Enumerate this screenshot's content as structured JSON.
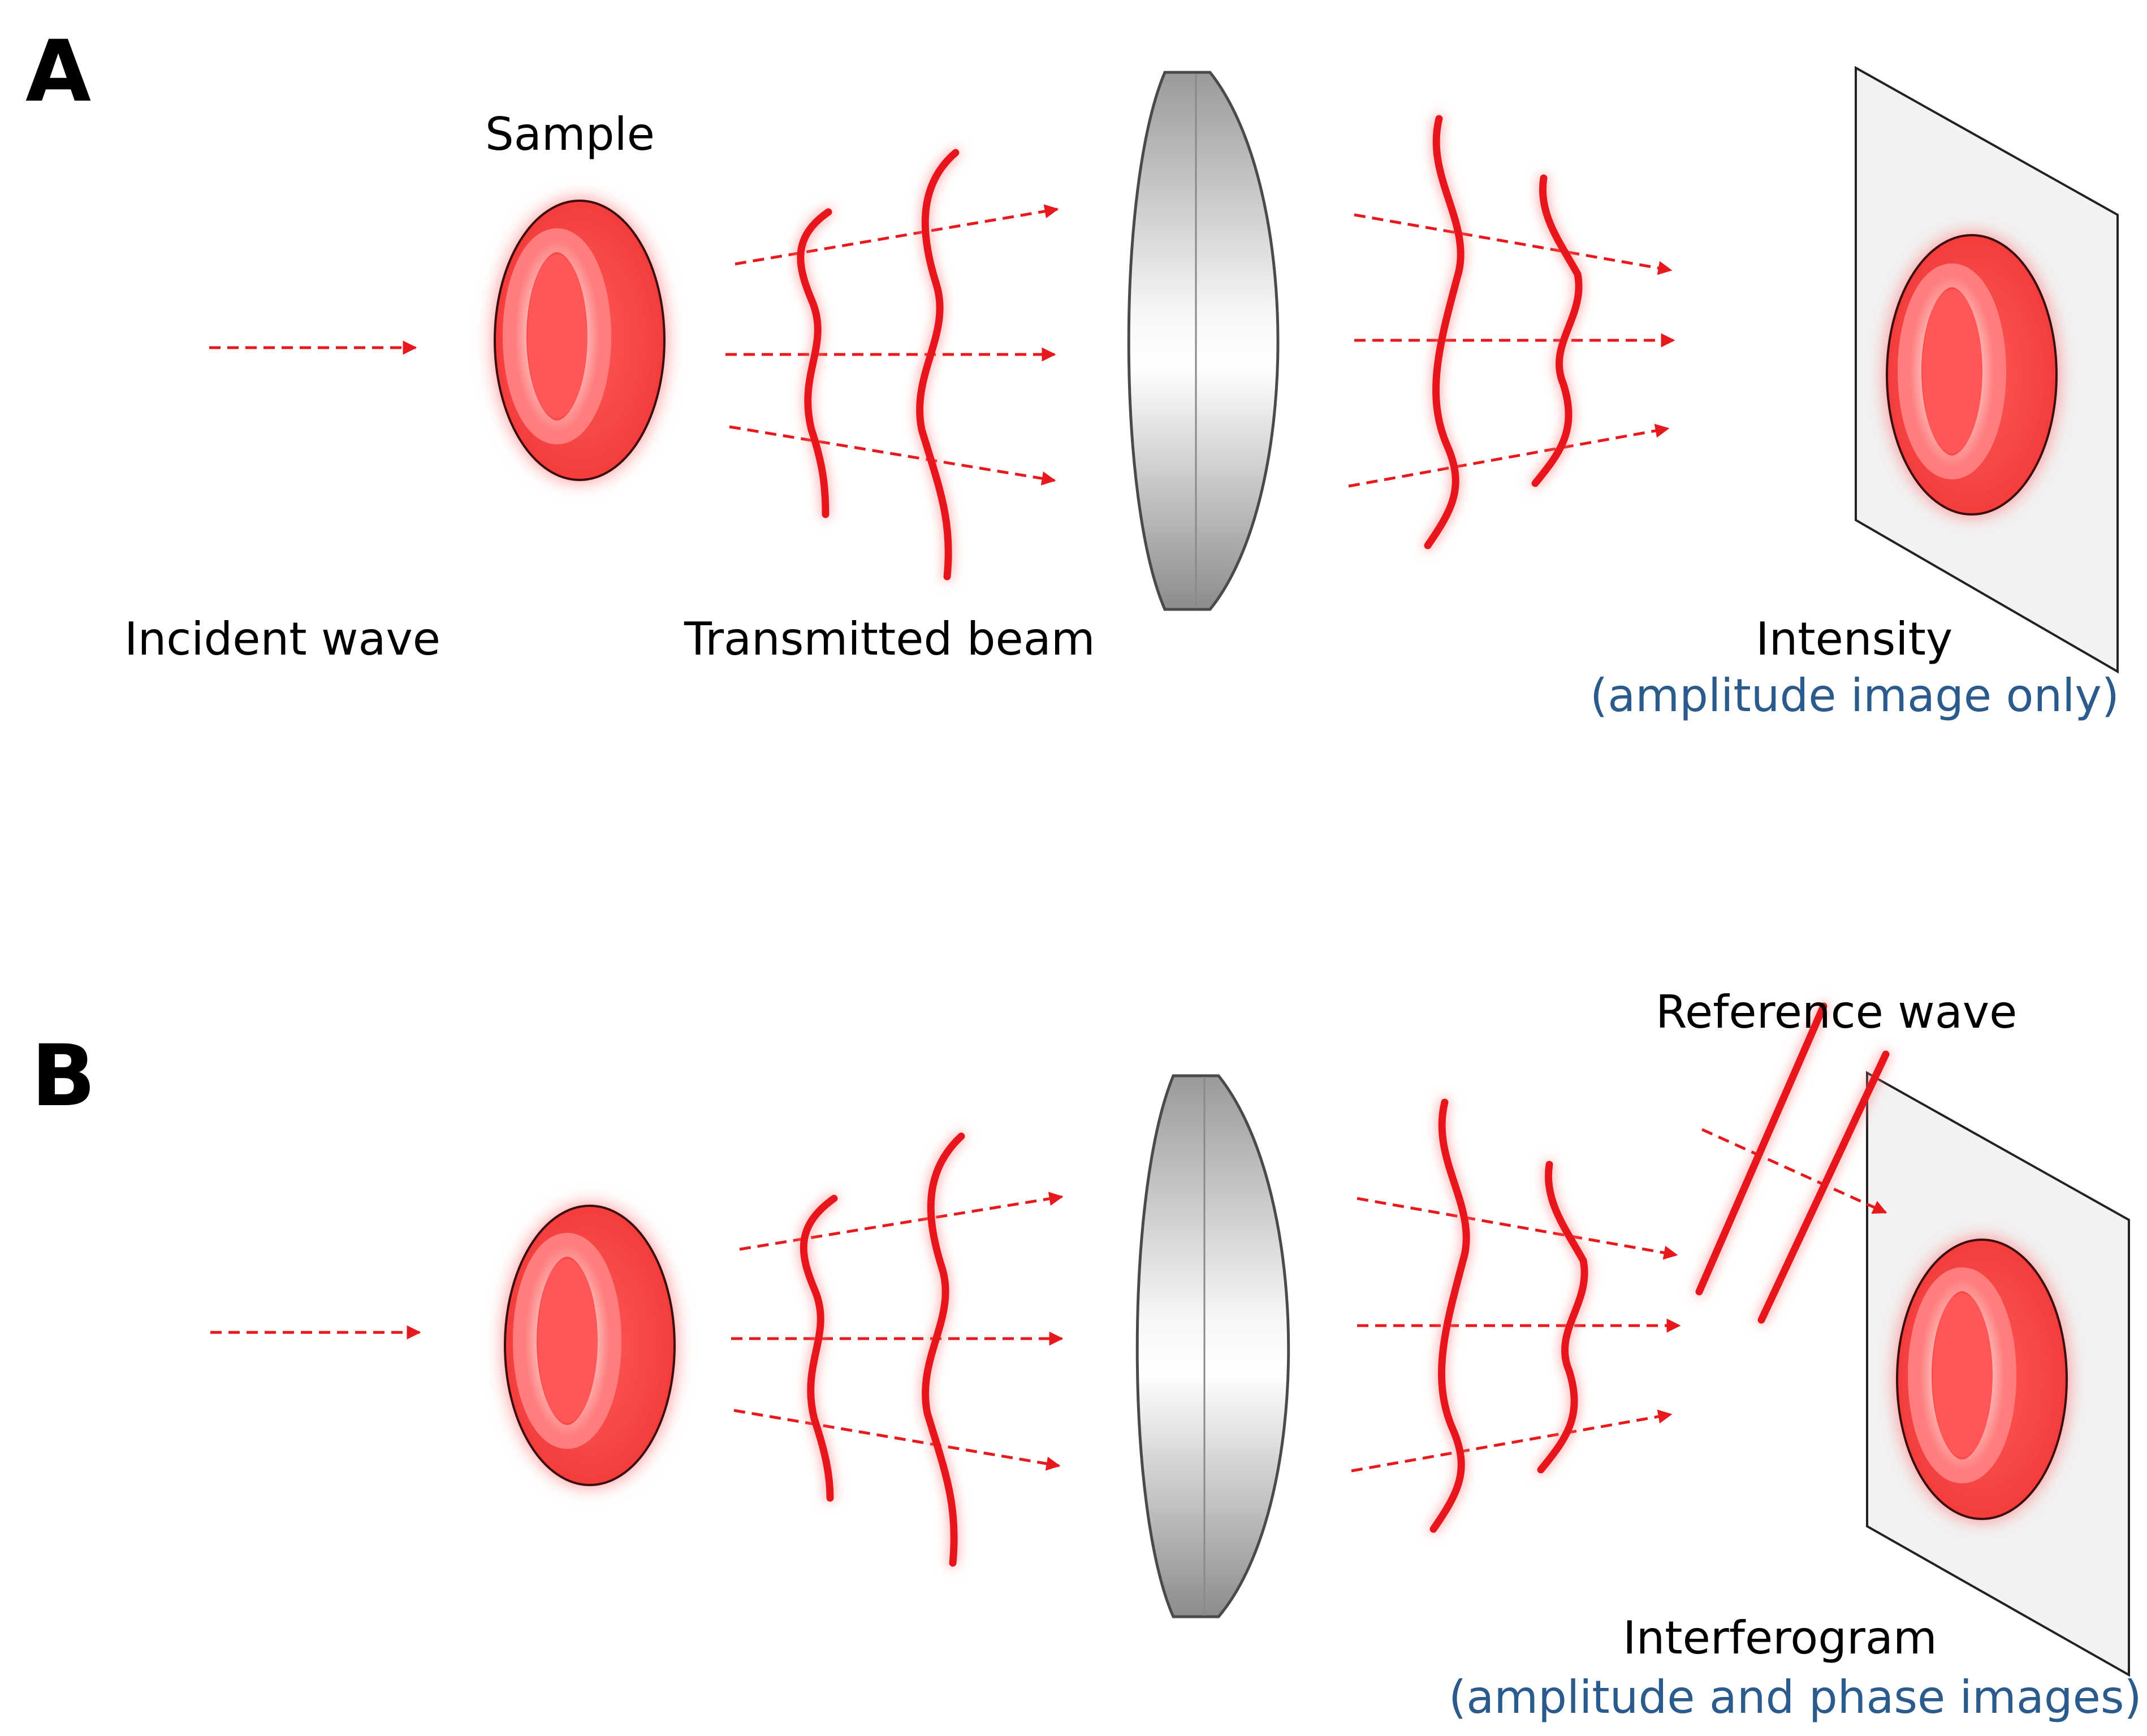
{
  "colors": {
    "wave": "#e8191c",
    "cell": "#ff4b4b",
    "note_text": "#2b5a8c",
    "screen": "#f2f2f2"
  },
  "panel_a": {
    "letter": "A",
    "sample_label": "Sample",
    "incident_label": "Incident wave",
    "transmitted_label": "Transmitted  beam",
    "detector_label": "Intensity",
    "detector_note": "(amplitude image only)"
  },
  "panel_b": {
    "letter": "B",
    "reference_label": "Reference wave",
    "detector_label": "Interferogram",
    "detector_note": "(amplitude and phase images)"
  }
}
